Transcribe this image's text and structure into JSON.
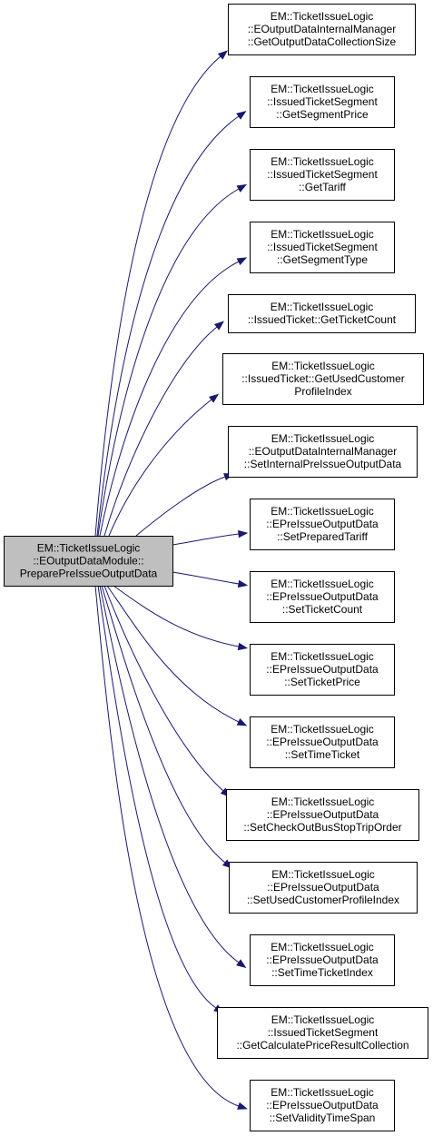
{
  "root": {
    "lines": [
      "EM::TicketIssueLogic",
      "::EOutputDataModule::",
      "PreparePreIssueOutputData"
    ]
  },
  "callees": [
    {
      "lines": [
        "EM::TicketIssueLogic",
        "::EOutputDataInternalManager",
        "::GetOutputDataCollectionSize"
      ]
    },
    {
      "lines": [
        "EM::TicketIssueLogic",
        "::IssuedTicketSegment",
        "::GetSegmentPrice"
      ]
    },
    {
      "lines": [
        "EM::TicketIssueLogic",
        "::IssuedTicketSegment",
        "::GetTariff"
      ]
    },
    {
      "lines": [
        "EM::TicketIssueLogic",
        "::IssuedTicketSegment",
        "::GetSegmentType"
      ]
    },
    {
      "lines": [
        "EM::TicketIssueLogic",
        "::IssuedTicket::GetTicketCount"
      ]
    },
    {
      "lines": [
        "EM::TicketIssueLogic",
        "::IssuedTicket::GetUsedCustomer",
        "ProfileIndex"
      ]
    },
    {
      "lines": [
        "EM::TicketIssueLogic",
        "::EOutputDataInternalManager",
        "::SetInternalPreIssueOutputData"
      ]
    },
    {
      "lines": [
        "EM::TicketIssueLogic",
        "::EPreIssueOutputData",
        "::SetPreparedTariff"
      ]
    },
    {
      "lines": [
        "EM::TicketIssueLogic",
        "::EPreIssueOutputData",
        "::SetTicketCount"
      ]
    },
    {
      "lines": [
        "EM::TicketIssueLogic",
        "::EPreIssueOutputData",
        "::SetTicketPrice"
      ]
    },
    {
      "lines": [
        "EM::TicketIssueLogic",
        "::EPreIssueOutputData",
        "::SetTimeTicket"
      ]
    },
    {
      "lines": [
        "EM::TicketIssueLogic",
        "::EPreIssueOutputData",
        "::SetCheckOutBusStopTripOrder"
      ]
    },
    {
      "lines": [
        "EM::TicketIssueLogic",
        "::EPreIssueOutputData",
        "::SetUsedCustomerProfileIndex"
      ]
    },
    {
      "lines": [
        "EM::TicketIssueLogic",
        "::EPreIssueOutputData",
        "::SetTimeTicketIndex"
      ]
    },
    {
      "lines": [
        "EM::TicketIssueLogic",
        "::IssuedTicketSegment",
        "::GetCalculatePriceResultCollection"
      ]
    },
    {
      "lines": [
        "EM::TicketIssueLogic",
        "::EPreIssueOutputData",
        "::SetValidityTimeSpan"
      ]
    }
  ],
  "colors": {
    "edge": "#191970",
    "root_fill": "#bfbfbf",
    "node_fill": "#ffffff",
    "node_stroke": "#000000"
  }
}
